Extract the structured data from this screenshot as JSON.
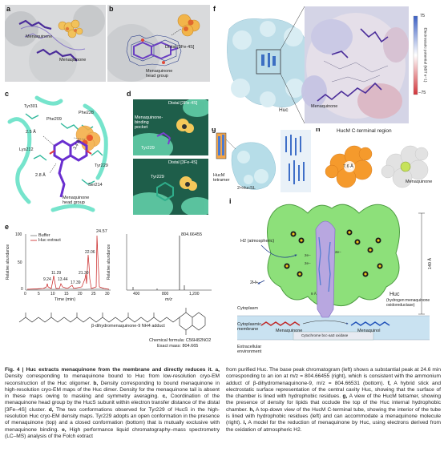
{
  "figure": {
    "panels": {
      "a": {
        "label": "a",
        "mol1": "Menaquinone",
        "mol2": "Menaquinone"
      },
      "b": {
        "label": "b",
        "distal": "Distal [3Fe-4S]",
        "head": "Menaquinone\nhead group"
      },
      "f": {
        "label": "f",
        "huc": "Huc",
        "mq": "Menaquinone",
        "cbar_title": "Electrostatic potential (kBT e−1)",
        "cbar_max": "75",
        "cbar_min": "−75"
      },
      "c": {
        "label": "c",
        "tyr301": "Tyr301",
        "phe209": "Phe209",
        "phe228": "Phe228",
        "d25": "2.5 Å",
        "lys212": "Lys212",
        "d34": "3.4 Å",
        "tyr229": "Tyr229",
        "ser214": "Ser214",
        "d28": "2.8 Å",
        "mqhead": "Menaquinone\nhead group"
      },
      "d": {
        "label": "d",
        "distal1": "Distal [3Fe-4S]",
        "pocket": "Menaquinone-\nbinding\npocket",
        "tyr1": "Tyr229",
        "distal2": "Distal [3Fe-4S]",
        "tyr2": "Tyr229"
      },
      "g": {
        "label": "g",
        "hucm": "HucM\ntetramer",
        "hucsl": "2×HucSL"
      },
      "h": {
        "label": "h",
        "title": "HucM C-terminal region",
        "d76": "7.6 Å",
        "mq": "Menaquinone"
      },
      "e": {
        "label": "e",
        "legend_buffer": "Buffer",
        "legend_huc": "Huc extract",
        "ylabel": "Relative abundance",
        "xlabel_left": "Time (min)",
        "xlabel_right": "m/z",
        "peak_main": "24.57",
        "peak_ms": "804.66455",
        "peaks": [
          "9.24",
          "11.29",
          "13.44",
          "17.39",
          "21.30",
          "22.06"
        ],
        "xticks_left": [
          "0",
          "5",
          "10",
          "15",
          "20",
          "25",
          "30"
        ],
        "xticks_right": [
          "400",
          "800",
          "1,200"
        ],
        "yticks": [
          "0",
          "50",
          "100"
        ],
        "adduct": "β-dihydromenaquinone-9 NH4 adduct",
        "formula_label": "Chemical formula: C56H82NO2",
        "exact_mass": "Exact mass: 804.665"
      },
      "i": {
        "label": "i",
        "h2": "H2 (atmospheric)",
        "hplus": "2H+",
        "cytoplasm": "Cytoplasm",
        "membrane": "Cytoplasmic\nmembrane",
        "extracellular": "Extracellular\nenvironment",
        "huc_name": "Huc",
        "huc_sub": "(hydrogen:menaquinone\noxidoreductase)",
        "mq": "Menaquinone",
        "mqol": "Menaquinol",
        "cyt": "Cytochrome bcc-aa3 oxidase",
        "len": "140 Å",
        "d9": "9 Å",
        "e_labels": [
          "2e−",
          "2e−",
          "2e−"
        ]
      }
    },
    "caption_left": [
      {
        "bold": "Fig. 4 | Huc extracts menaquinone from the membrane and directly reduces it. a,",
        "text": " Density corresponding to menaquinone bound to Huc from low-resolution cryo-EM reconstruction of the Huc oligomer. "
      },
      {
        "bold": "b,",
        "text": " Density corresponding to bound menaquinone in high-resolution cryo-EM maps of the Huc dimer. Density for the menaquinone tail is absent in these maps owing to masking and symmetry averaging. "
      },
      {
        "bold": "c,",
        "text": " Coordination of the menaquinone head group by the HucS subunit within electron transfer distance of the distal [3Fe–4S] cluster. "
      },
      {
        "bold": "d,",
        "text": " The two conformations observed for Tyr229 of HucS in the high-resolution Huc cryo-EM density maps. Tyr229 adopts an open conformation in the presence of menaquinone (top) and a closed conformation (bottom) that is mutually exclusive with menaquinone binding. "
      },
      {
        "bold": "e,",
        "text": " High performance liquid chromatography–mass spectrometry (LC–MS) analysis of the Folch extract"
      }
    ],
    "caption_right": [
      {
        "bold": "",
        "text": "from purified Huc. The base peak chromatogram (left) shows a substantial peak at 24.6 min corresponding to an ion at m/z = 804.66455 (right), which is consistent with the ammonium adduct of β-dihydromenaquinone-9, m/z = 804.66531 (bottom). "
      },
      {
        "bold": "f,",
        "text": " A hybrid stick and electrostatic surface representation of the central cavity Huc, showing that the surface of the chamber is lined with hydrophobic residues. "
      },
      {
        "bold": "g,",
        "text": " A view of the HucM tetramer, showing the presence of density for lipids that occlude the top of the Huc internal hydrophobic chamber. "
      },
      {
        "bold": "h,",
        "text": " A top-down view of the HucM C-terminal tube, showing the interior of the tube is lined with hydrophobic residues (left) and can accommodate a menaquinone molecule (right). "
      },
      {
        "bold": "i,",
        "text": " A model for the reduction of menaquinone by Huc, using electrons derived from the oxidation of atmospheric H2."
      }
    ]
  }
}
